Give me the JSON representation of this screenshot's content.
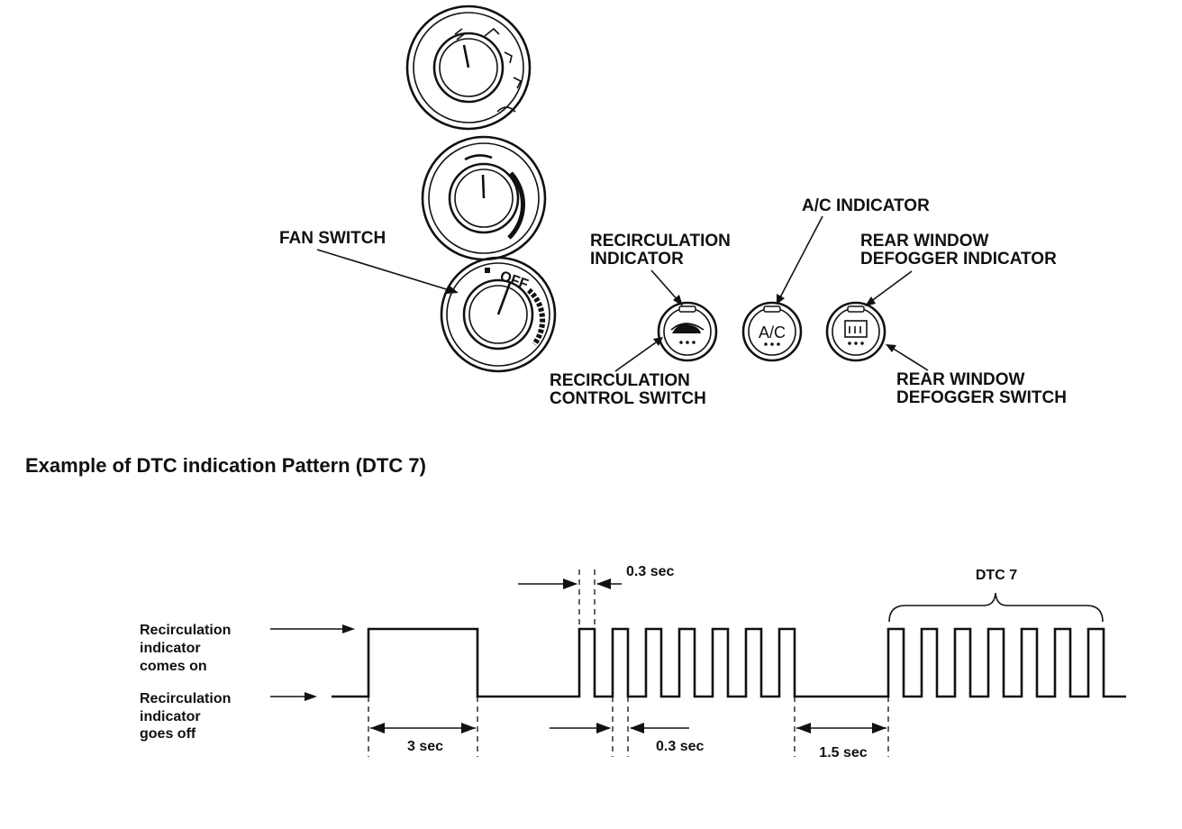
{
  "labels": {
    "fan_switch": "FAN SWITCH",
    "recirc_indicator": [
      "RECIRCULATION",
      "INDICATOR"
    ],
    "ac_indicator": "A/C INDICATOR",
    "rear_defogger_indicator": [
      "REAR WINDOW",
      "DEFOGGER INDICATOR"
    ],
    "recirc_control_switch": [
      "RECIRCULATION",
      "CONTROL SWITCH"
    ],
    "rear_defogger_switch": [
      "REAR WINDOW",
      "DEFOGGER SWITCH"
    ],
    "fan_knob_text": "OFF",
    "ac_button_text": "A/C"
  },
  "section_title": "Example of DTC indication Pattern (DTC 7)",
  "timing": {
    "state_on": [
      "Recirculation",
      "indicator",
      "comes on"
    ],
    "state_off": [
      "Recirculation",
      "indicator",
      "goes off"
    ],
    "long_on": "3 sec",
    "short_on": "0.3 sec",
    "short_off": "0.3 sec",
    "gap": "1.5 sec",
    "dtc_group": "DTC 7"
  }
}
